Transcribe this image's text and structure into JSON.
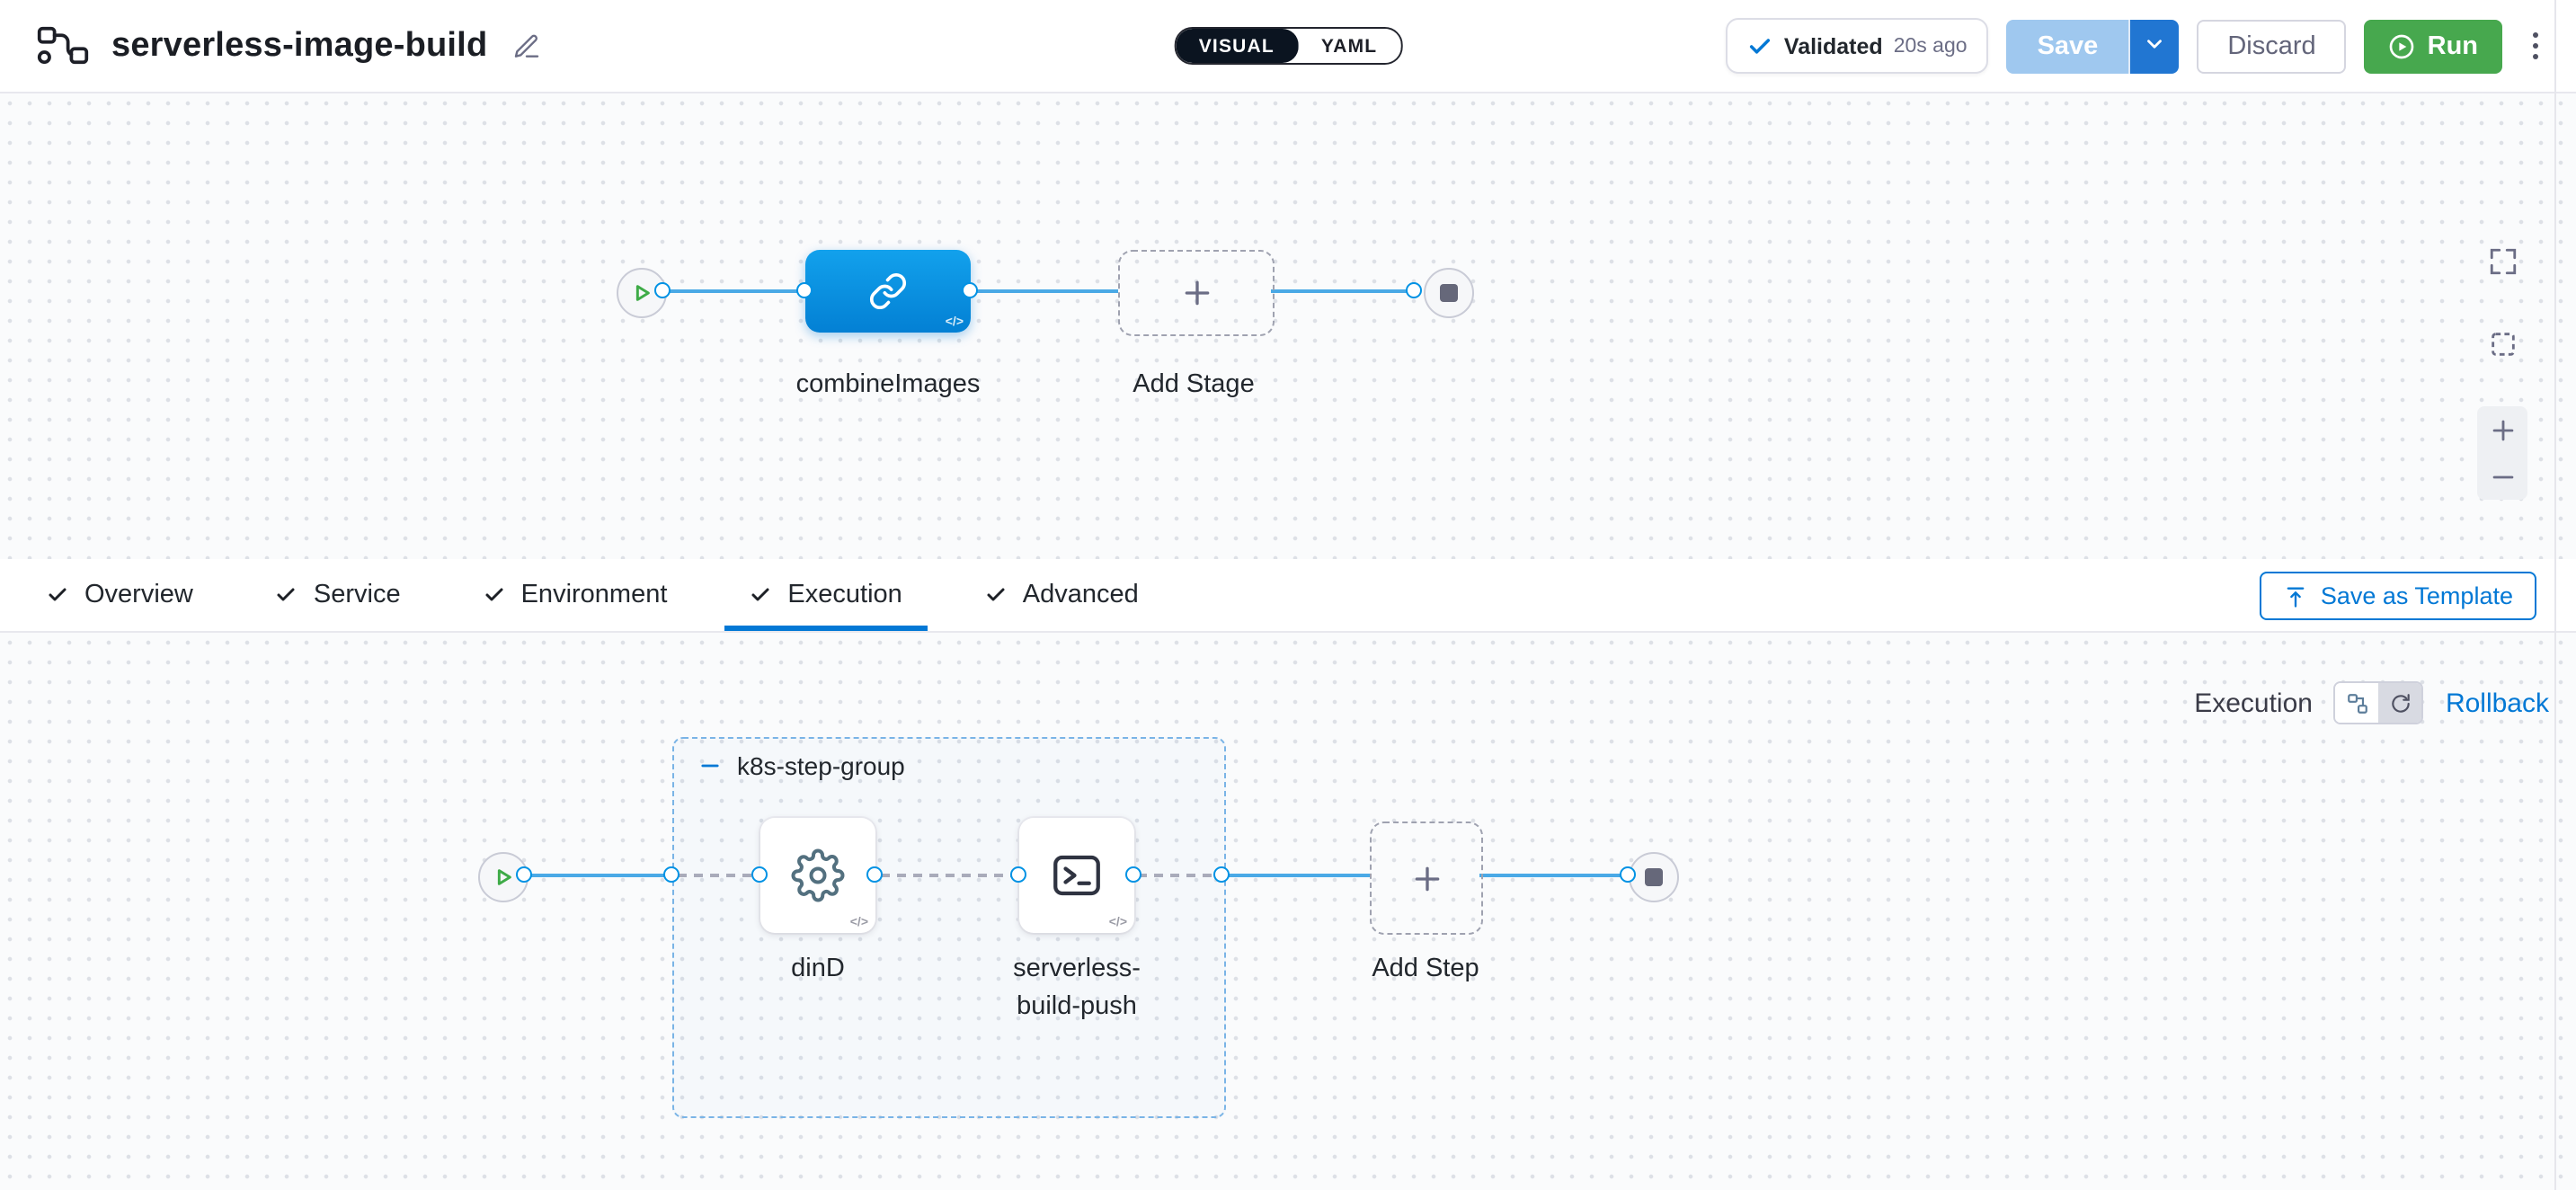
{
  "header": {
    "title": "serverless-image-build",
    "mode_toggle": {
      "visual_label": "VISUAL",
      "yaml_label": "YAML"
    },
    "validation": {
      "label": "Validated",
      "time_ago": "20s ago"
    },
    "buttons": {
      "save": "Save",
      "discard": "Discard",
      "run": "Run"
    }
  },
  "stage_canvas": {
    "stage_name": "combineImages",
    "add_stage_label": "Add Stage"
  },
  "tab_bar": {
    "tabs": [
      {
        "label": "Overview",
        "checked": true,
        "active": false
      },
      {
        "label": "Service",
        "checked": true,
        "active": false
      },
      {
        "label": "Environment",
        "checked": true,
        "active": false
      },
      {
        "label": "Execution",
        "checked": true,
        "active": true
      },
      {
        "label": "Advanced",
        "checked": true,
        "active": false
      }
    ],
    "save_as_template_label": "Save as Template"
  },
  "execution_canvas": {
    "mode_label": "Execution",
    "rollback_label": "Rollback",
    "step_group": {
      "name": "k8s-step-group",
      "steps": [
        {
          "name": "dinD"
        },
        {
          "name": "serverless-build-push"
        }
      ]
    },
    "add_step_label": "Add Step"
  },
  "glyphs": {
    "code_badge": "</>"
  },
  "colors": {
    "primary_blue": "#0278d5",
    "edge_blue": "#0092e4",
    "stage_node_blue": "#0b93e0",
    "run_green": "#47a84e",
    "canvas_bg": "#fafbfc"
  }
}
